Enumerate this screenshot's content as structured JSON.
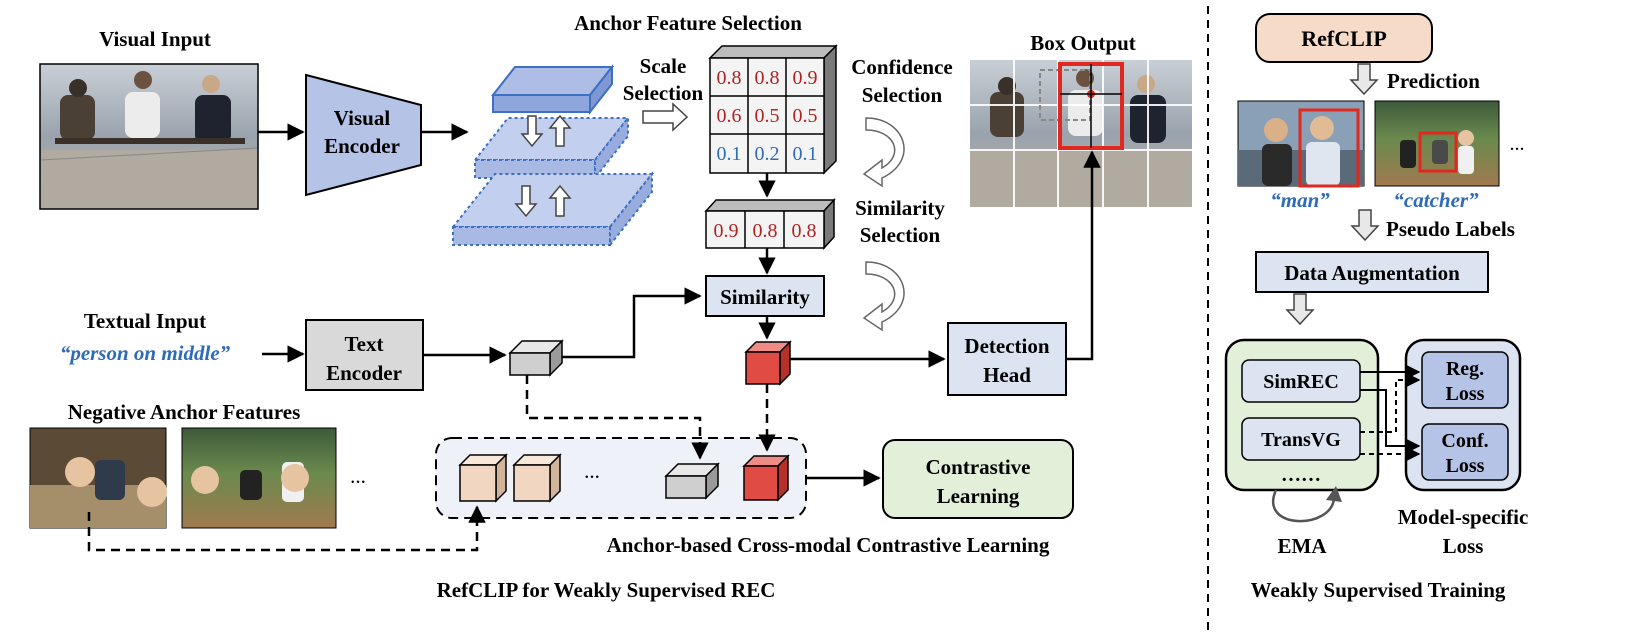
{
  "left": {
    "visual_input": "Visual Input",
    "visual_encoder": [
      "Visual",
      "Encoder"
    ],
    "anchor_feature_selection": "Anchor Feature Selection",
    "scale_selection": [
      "Scale",
      "Selection"
    ],
    "confidence_selection": [
      "Confidence",
      "Selection"
    ],
    "similarity_selection": [
      "Similarity",
      "Selection"
    ],
    "box_output": "Box Output",
    "textual_input": "Textual Input",
    "expression": "“person on middle”",
    "text_encoder": [
      "Text",
      "Encoder"
    ],
    "similarity": "Similarity",
    "detection_head": [
      "Detection",
      "Head"
    ],
    "negative_anchor_features": "Negative Anchor Features",
    "ellipsis": "...",
    "contrastive_learning": [
      "Contrastive",
      "Learning"
    ],
    "acl_caption": "Anchor-based Cross-modal Contrastive Learning",
    "bottom_caption": "RefCLIP for Weakly Supervised REC",
    "grid": [
      [
        "0.8",
        "0.8",
        "0.9"
      ],
      [
        "0.6",
        "0.5",
        "0.5"
      ],
      [
        "0.1",
        "0.2",
        "0.1"
      ]
    ],
    "selected": [
      "0.9",
      "0.8",
      "0.8"
    ]
  },
  "right": {
    "refclip": "RefCLIP",
    "prediction": "Prediction",
    "caption1": "“man”",
    "caption2": "“catcher”",
    "ellipsis": "...",
    "pseudo_labels": "Pseudo Labels",
    "data_augmentation": "Data Augmentation",
    "simrec": "SimREC",
    "transvg": "TransVG",
    "dots": "……",
    "reg_loss": [
      "Reg.",
      "Loss"
    ],
    "conf_loss": [
      "Conf.",
      "Loss"
    ],
    "ema": "EMA",
    "model_specific_loss": [
      "Model-specific",
      "Loss"
    ],
    "bottom_caption": "Weakly Supervised Training"
  },
  "colors": {
    "encoder_fill": "#b4c3e6",
    "box_gray": "#d9d9d9",
    "box_light_blue": "#dce4f2",
    "refclip_fill": "#f6dcc8",
    "contrastive_fill": "#e2efd9",
    "anchor_red": "#e04b43",
    "anchor_beige": "#f1d7c2",
    "text_blue": "#2e6bb8",
    "value_red": "#b22222"
  }
}
